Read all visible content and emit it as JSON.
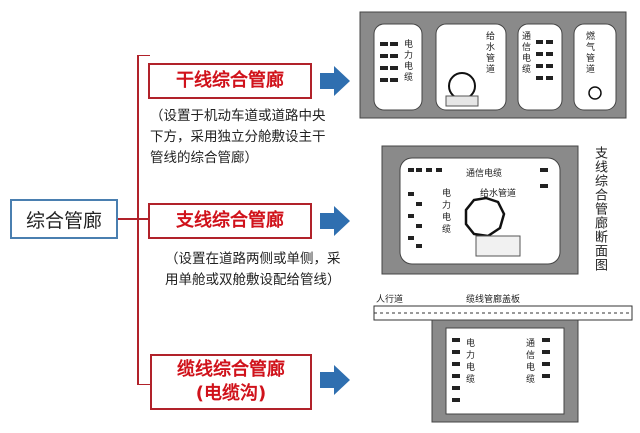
{
  "root": {
    "label": "综合管廊"
  },
  "categories": [
    {
      "label": "干线综合管廊",
      "desc_lines": [
        "（设置于机动车道或道路中央",
        "下方，采用独立分舱敷设主干",
        "管线的综合管廊）"
      ]
    },
    {
      "label": "支线综合管廊",
      "desc_lines": [
        "（设置在道路两侧或单侧，采",
        "用单舱或双舱敷设配给管线）"
      ]
    },
    {
      "label_lines": [
        "缆线综合管廊",
        "(电缆沟)"
      ]
    }
  ],
  "diagram1": {
    "cells": [
      {
        "v": "电力电缆"
      },
      {
        "v": "给水管道"
      },
      {
        "v": "通信电缆"
      },
      {
        "v": "燃气管道"
      }
    ]
  },
  "diagram2": {
    "side_title": "支线综合管廊断面图",
    "labels": {
      "telecom": "通信电缆",
      "power": "电力电缆",
      "water": "给水管道"
    }
  },
  "diagram3": {
    "left_label": "人行道",
    "top_label": "缆线管廊盖板",
    "labels": {
      "power": "电力电缆",
      "telecom": "通信电缆"
    }
  },
  "colors": {
    "red": "#d0121b",
    "blue": "#4a7fb0",
    "arrow": "#2f6fb0"
  }
}
